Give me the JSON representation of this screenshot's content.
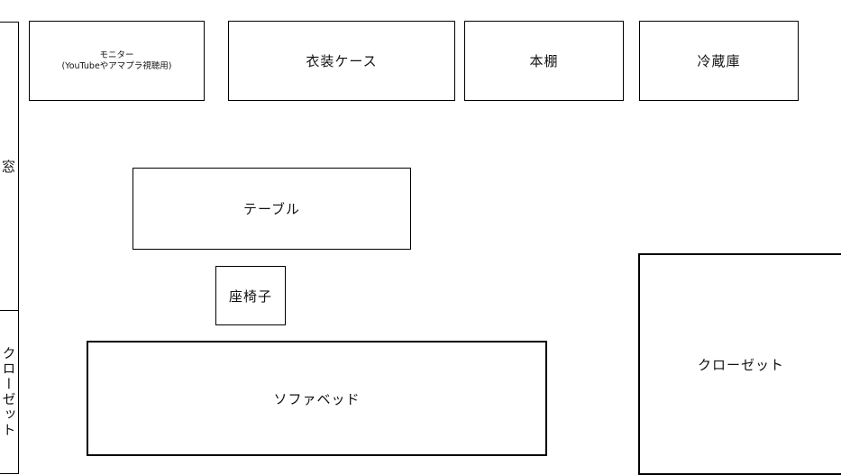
{
  "room": {
    "window": "窓",
    "left_closet": "クローゼット",
    "monitor": {
      "line1": "モニター",
      "line2": "(YouTubeやアマプラ視聴用)"
    },
    "wardrobe": "衣装ケース",
    "bookshelf": "本棚",
    "fridge": "冷蔵庫",
    "table": "テーブル",
    "floor_chair": "座椅子",
    "sofa_bed": "ソファベッド",
    "right_closet": "クローゼット"
  }
}
